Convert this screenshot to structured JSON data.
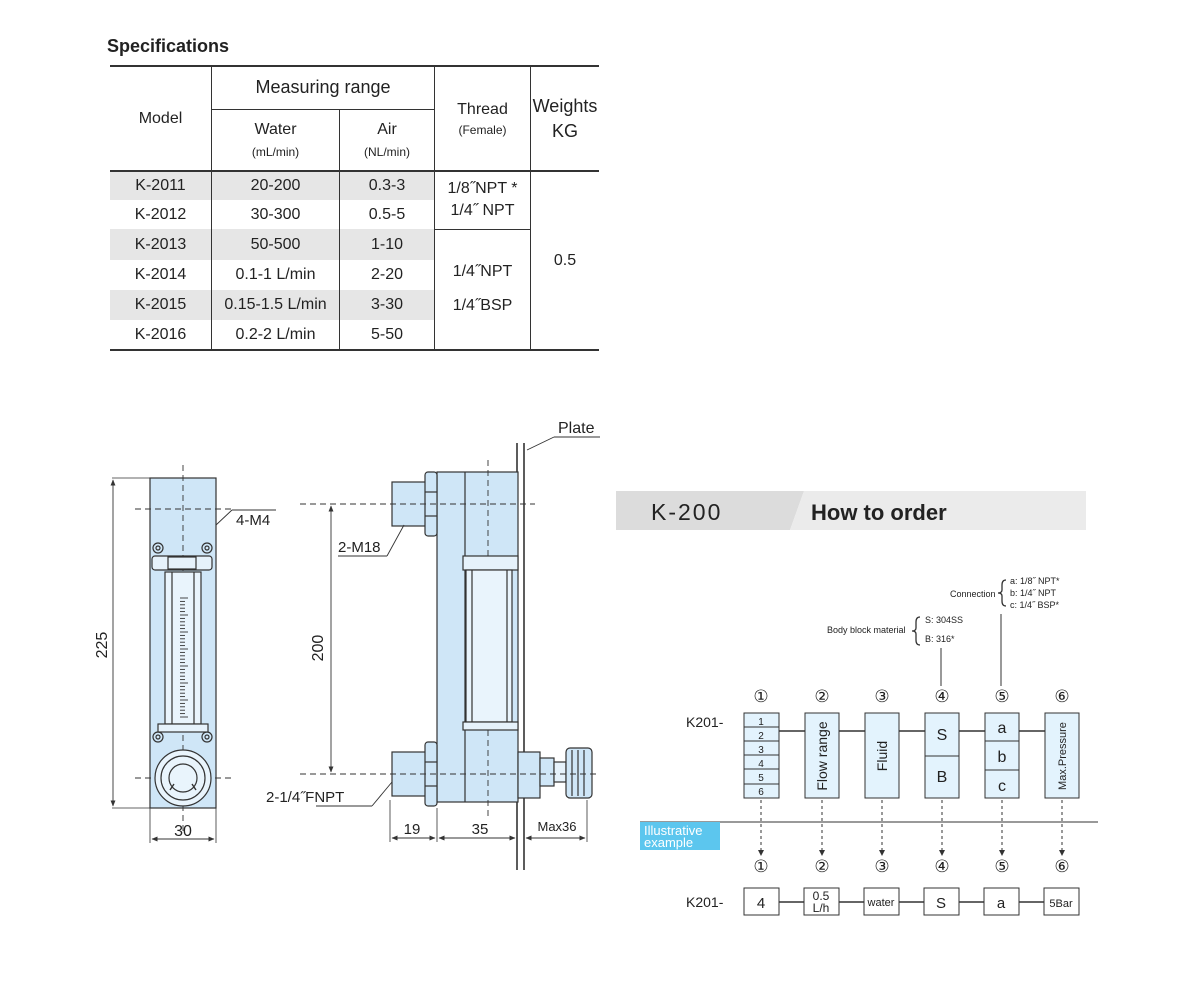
{
  "spec": {
    "title": "Specifications",
    "headers": {
      "model": "Model",
      "measuring_range": "Measuring range",
      "water": "Water",
      "water_unit": "(mL/min)",
      "air": "Air",
      "air_unit": "(NL/min)",
      "thread": "Thread",
      "thread_note": "(Female)",
      "weights_1": "Weights",
      "weights_2": "KG"
    },
    "rows": [
      {
        "model": "K-2011",
        "water": "20-200",
        "air": "0.3-3"
      },
      {
        "model": "K-2012",
        "water": "30-300",
        "air": "0.5-5"
      },
      {
        "model": "K-2013",
        "water": "50-500",
        "air": "1-10"
      },
      {
        "model": "K-2014",
        "water": "0.1-1 L/min",
        "air": "2-20"
      },
      {
        "model": "K-2015",
        "water": "0.15-1.5 L/min",
        "air": "3-30"
      },
      {
        "model": "K-2016",
        "water": "0.2-2 L/min",
        "air": "5-50"
      }
    ],
    "thread_group_1": [
      "1/8˝NPT *",
      "1/4˝ NPT"
    ],
    "thread_group_2": [
      "1/4˝NPT",
      "1/4˝BSP"
    ],
    "weight": "0.5"
  },
  "drawing": {
    "front": {
      "height_dim": "225",
      "width_dim": "30",
      "holes": "4-M4"
    },
    "side": {
      "plate": "Plate",
      "port": "2-M18",
      "height_dim": "200",
      "thread": "2-1/4˝FNPT",
      "dim_a": "19",
      "dim_b": "35",
      "dim_c": "Max36"
    }
  },
  "order": {
    "series": "K-200",
    "title": "How to order",
    "prefix": "K201-",
    "numbers": [
      "①",
      "②",
      "③",
      "④",
      "⑤",
      "⑥"
    ],
    "range_items": [
      "1",
      "2",
      "3",
      "4",
      "5",
      "6"
    ],
    "flow_range": "Flow range",
    "fluid": "Fluid",
    "body_options": [
      "S",
      "B"
    ],
    "conn_options": [
      "a",
      "b",
      "c"
    ],
    "max_pressure": "Max.Pressure",
    "body_label": "Body block material",
    "body_legend": [
      "S: 304SS",
      "B: 316*"
    ],
    "conn_label": "Connection",
    "conn_legend": [
      "a: 1/8˝ NPT*",
      "b: 1/4˝ NPT",
      "c: 1/4˝ BSP*"
    ],
    "illustrative_1": "Illustrative",
    "illustrative_2": "example",
    "example": {
      "range": "4",
      "flow_1": "0.5",
      "flow_2": "L/h",
      "fluid": "water",
      "body": "S",
      "conn": "a",
      "pressure": "5Bar"
    }
  },
  "colors": {
    "body": "#cfe6f7",
    "outline": "#333333",
    "banner_dark": "#dcdcdc",
    "banner_light": "#ebebeb",
    "illustrative": "#5cc6ee"
  }
}
